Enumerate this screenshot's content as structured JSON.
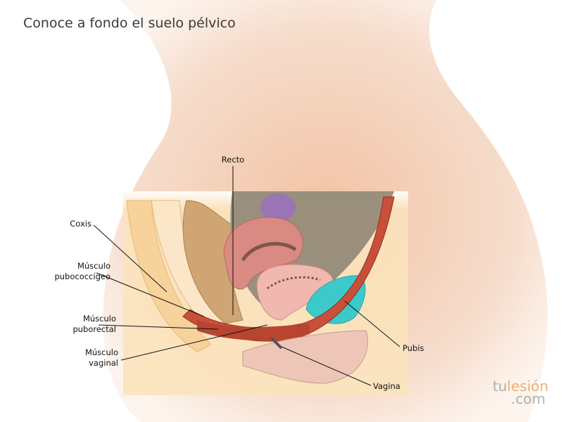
{
  "title": "Conoce a fondo el suelo pélvico",
  "labels": {
    "recto": "Recto",
    "coxis": "Coxis",
    "pubococcigeo": [
      "Músculo",
      "pubococcígeo"
    ],
    "puborectal": [
      "Músculo",
      "puborectal"
    ],
    "vaginal": [
      "Músculo",
      "vaginal"
    ],
    "pubis": "Pubis",
    "vagina": "Vagina"
  },
  "logo": {
    "tu": "tu",
    "lesion": "lesión",
    "com": ".com"
  },
  "colors": {
    "skin": "#f3c9ac",
    "bone": "#fbe0ad",
    "muscle": "#c8503a",
    "pubis": "#3cc9c9",
    "uterus": "#d98a82",
    "bladder": "#f1b8b0"
  }
}
